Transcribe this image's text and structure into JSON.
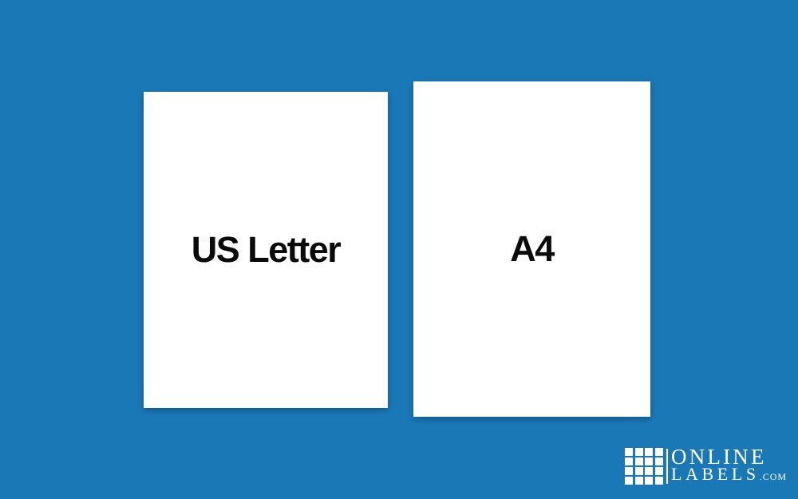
{
  "colors": {
    "background": "#1b78b7",
    "sheet": "#ffffff",
    "label": "#0a0a0a",
    "logo": "#ffffff"
  },
  "sheets": [
    {
      "label": "US Letter"
    },
    {
      "label": "A4"
    }
  ],
  "logo": {
    "icon": "grid-icon",
    "word_top": "ONLINE",
    "word_bottom": "LABELS",
    "word_suffix": ".COM"
  }
}
